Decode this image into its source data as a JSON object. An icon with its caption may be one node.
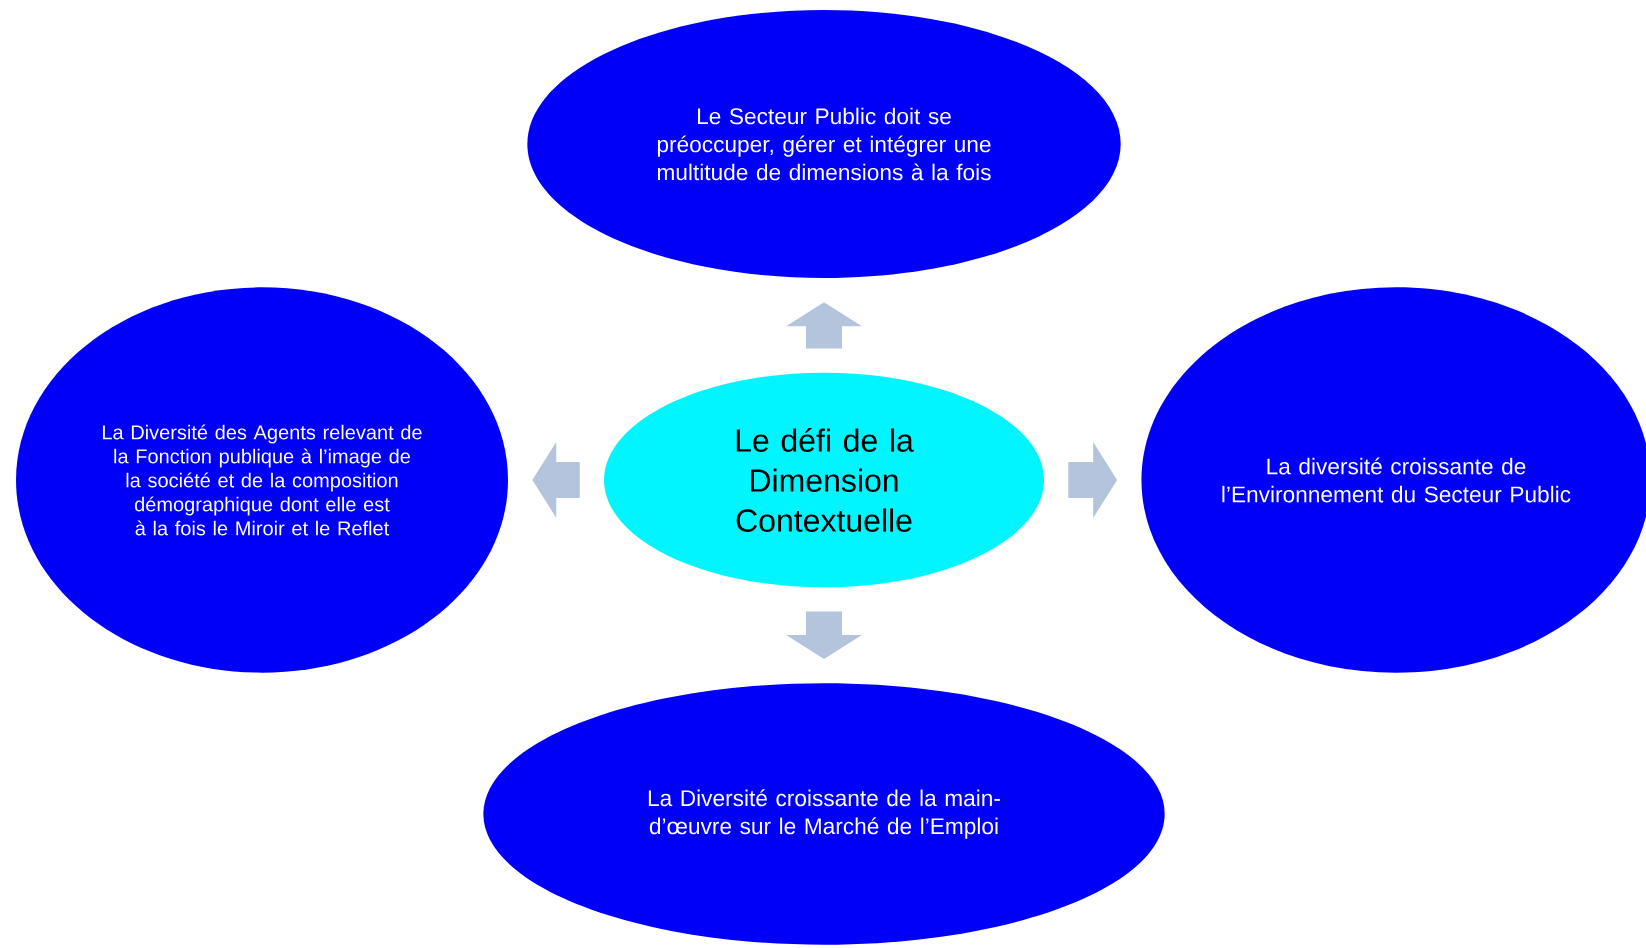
{
  "diagram": {
    "nodes": [
      {
        "text": [
          "Le Secteur Public doit se préoccuper, gérer et intégrer une multitude de dimensions à la fois"
        ]
      },
      {
        "text": [
          "La Diversité  des Agents relevant de la Fonction publique à l’image de la société et de la composition démographique dont elle est à la fois le Miroir et le Reflet"
        ]
      },
      {
        "text": [
          "Le défi de la Dimension Contextuelle"
        ]
      },
      {
        "text": [
          "La diversité croissante de l’Environnement du Secteur Public"
        ]
      },
      {
        "text": [
          "La Diversité croissante de la main-d’œuvre sur le Marché de l’Emploi"
        ]
      }
    ],
    "edges": [
      {
        "from": 2,
        "to": 0,
        "arrow": "to"
      },
      {
        "from": 2,
        "to": 1,
        "arrow": "to"
      },
      {
        "from": 2,
        "to": 3,
        "arrow": "to"
      },
      {
        "from": 2,
        "to": 4,
        "arrow": "to"
      }
    ]
  }
}
